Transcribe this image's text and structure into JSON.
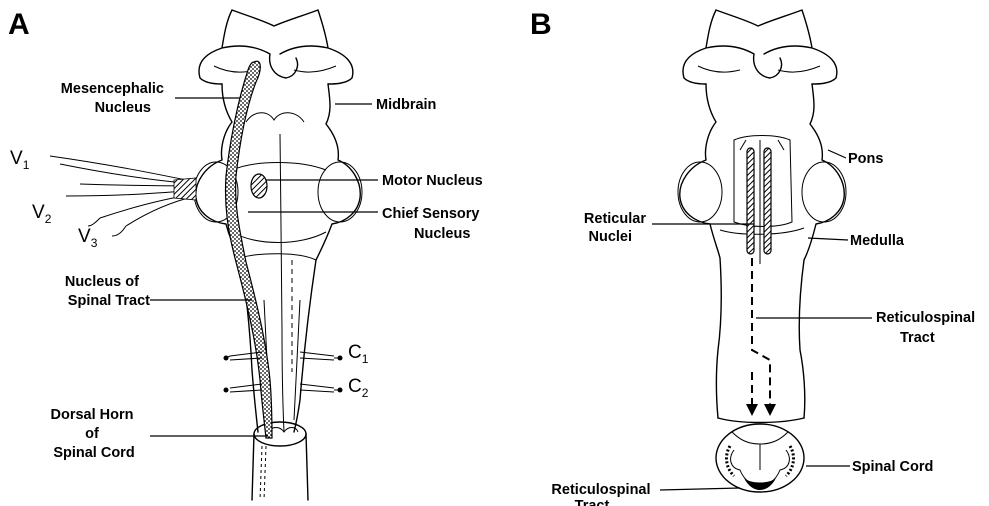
{
  "panels": [
    {
      "letter": "A",
      "labels": {
        "mesencephalic_nucleus": [
          "Mesencephalic",
          "Nucleus"
        ],
        "midbrain": "Midbrain",
        "motor_nucleus": "Motor Nucleus",
        "chief_sensory_nucleus": [
          "Chief Sensory",
          "Nucleus"
        ],
        "nucleus_spinal_tract": [
          "Nucleus of",
          "Spinal Tract"
        ],
        "dorsal_horn": [
          "Dorsal Horn",
          "of",
          "Spinal Cord"
        ]
      },
      "nerves": {
        "v1": {
          "main": "V",
          "sub": "1"
        },
        "v2": {
          "main": "V",
          "sub": "2"
        },
        "v3": {
          "main": "V",
          "sub": "3"
        },
        "c1": {
          "main": "C",
          "sub": "1"
        },
        "c2": {
          "main": "C",
          "sub": "2"
        }
      }
    },
    {
      "letter": "B",
      "labels": {
        "pons": "Pons",
        "reticular_nuclei": [
          "Reticular",
          "Nuclei"
        ],
        "medulla": "Medulla",
        "reticulospinal_tract": [
          "Reticulospinal",
          "Tract"
        ],
        "spinal_cord": "Spinal Cord",
        "reticulospinal_tract_bottom": [
          "Reticulospinal",
          "Tract"
        ]
      }
    }
  ],
  "colors": {
    "ink": "#000000",
    "background": "#ffffff"
  }
}
